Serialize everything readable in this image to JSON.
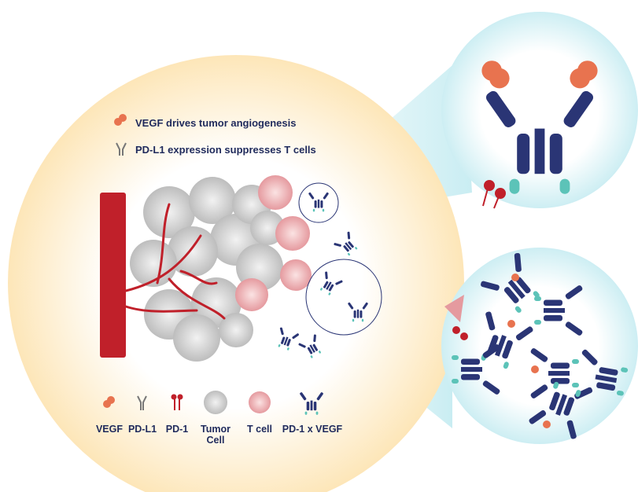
{
  "annotations": {
    "vegf_note": "VEGF drives tumor angiogenesis",
    "pdl1_note": "PD-L1 expression suppresses T cells"
  },
  "legend": [
    {
      "label": "VEGF",
      "icon": "vegf-icon"
    },
    {
      "label": "PD-L1",
      "icon": "pd-l1-icon"
    },
    {
      "label": "PD-1",
      "icon": "pd-1-icon"
    },
    {
      "label": "Tumor Cell",
      "icon": "tumor-cell-icon"
    },
    {
      "label": "T cell",
      "icon": "t-cell-icon"
    },
    {
      "label": "PD-1 x VEGF",
      "icon": "bispecific-antibody-icon"
    }
  ],
  "colors": {
    "navy": "#2a3575",
    "teal": "#5cc3b8",
    "vegf": "#e8734f",
    "red": "#c0202a",
    "text": "#1f2a5c"
  }
}
